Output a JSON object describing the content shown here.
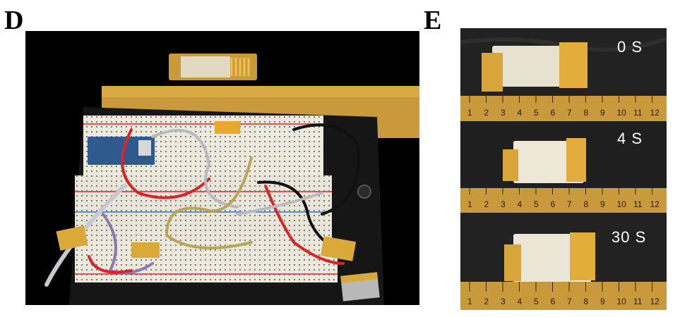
{
  "panels": {
    "d": {
      "letter": "D"
    },
    "e": {
      "letter": "E"
    }
  },
  "frames": [
    {
      "time_label": "0 S"
    },
    {
      "time_label": "4 S"
    },
    {
      "time_label": "30 S"
    }
  ],
  "ruler_numbers": [
    "1",
    "2",
    "3",
    "4",
    "5",
    "6",
    "7",
    "8",
    "9",
    "10",
    "11",
    "12"
  ],
  "colors": {
    "background": "#ffffff",
    "photo_background": "#000000",
    "breadboard": "#ece8dc",
    "board_backing": "#1a1a1a",
    "ruler": "#d9a33a",
    "heater_film": "#e6b24a",
    "wire_red": "#d6262a",
    "wire_gray": "#b9b9c1",
    "wire_black": "#101010",
    "wire_purple": "#8a7ab0",
    "wire_yellow": "#b9a55a"
  }
}
